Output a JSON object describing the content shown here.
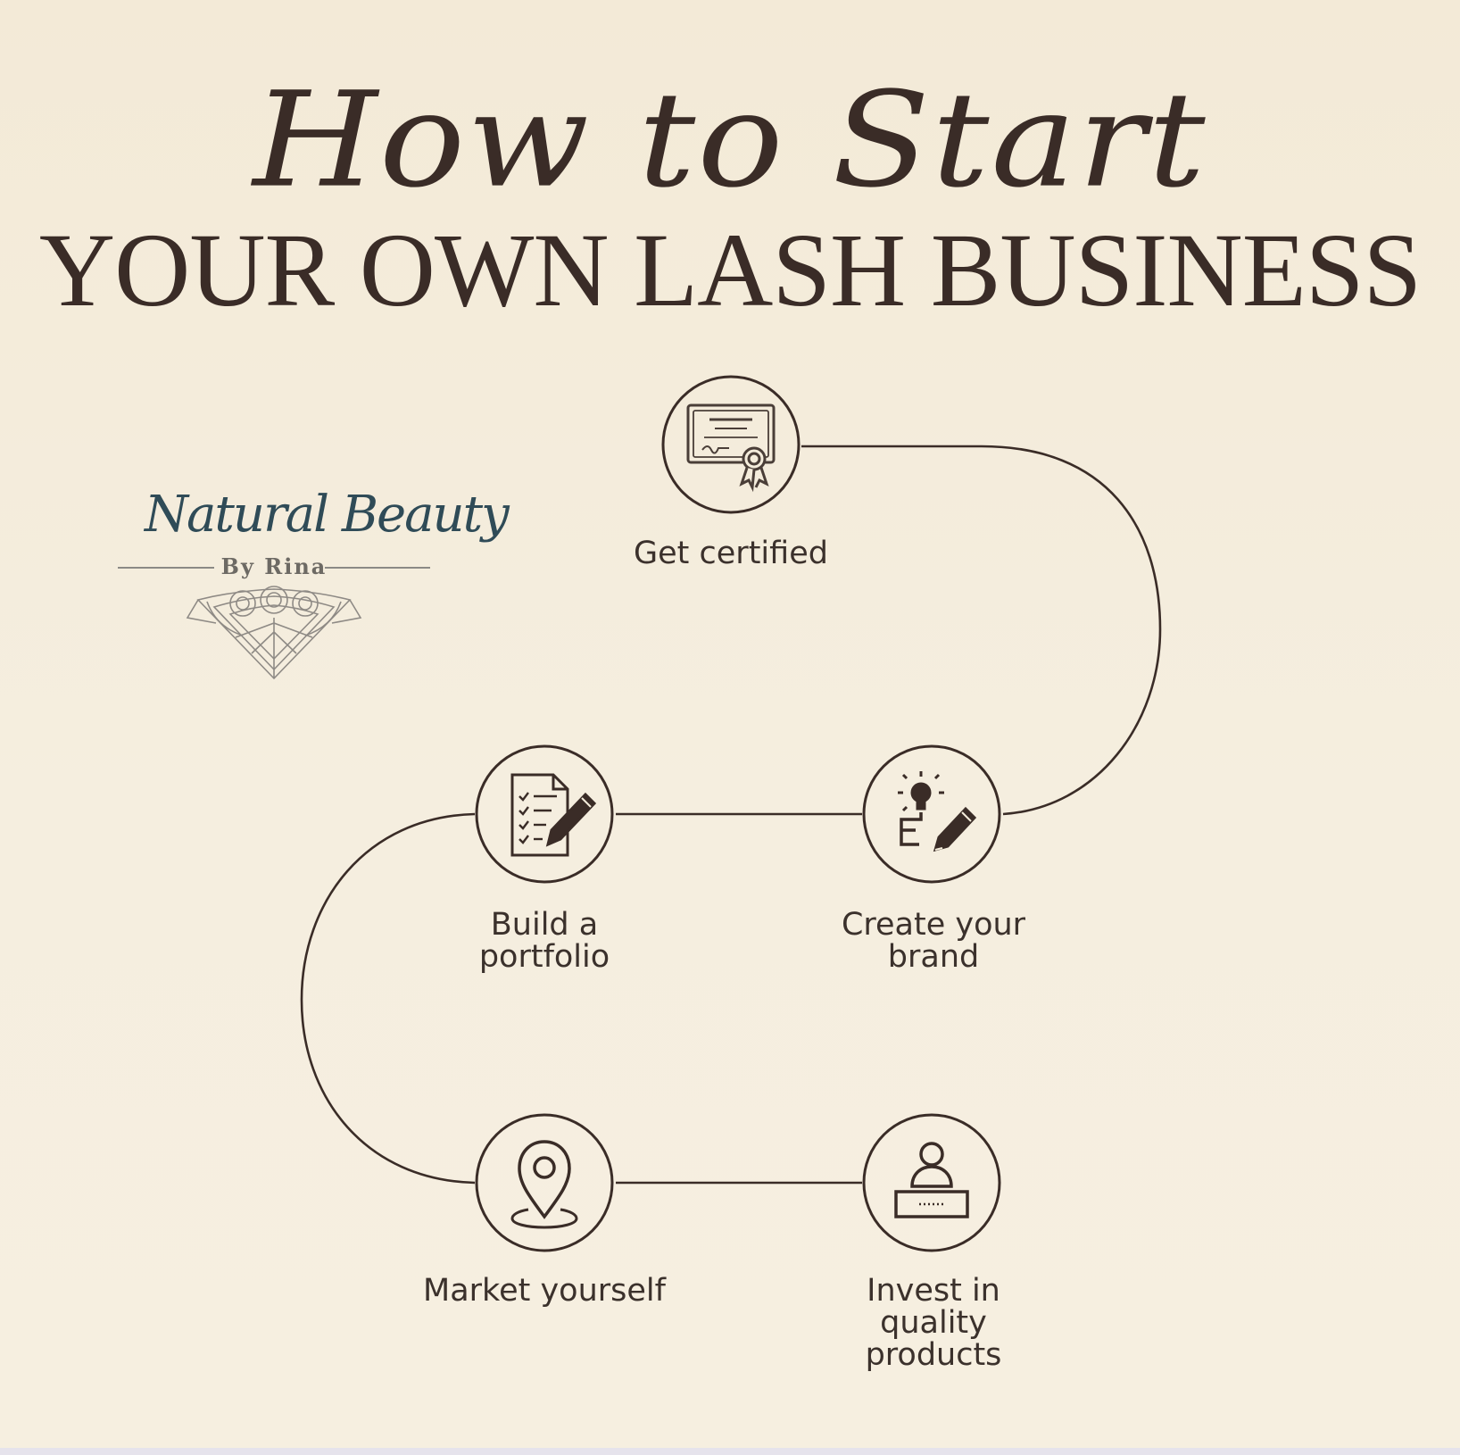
{
  "title": {
    "script": "How to Start",
    "main": "YOUR OWN LASH BUSINESS"
  },
  "logo": {
    "name": "Natural Beauty",
    "by": "By Rina"
  },
  "colors": {
    "background": "#f4ecdb",
    "ink": "#3a2c27",
    "logo_teal": "#2f4b57"
  },
  "steps": [
    {
      "label": "Get certified",
      "icon": "certificate-icon"
    },
    {
      "label": "Create your brand",
      "icon": "idea-brand-icon"
    },
    {
      "label": "Build a portfolio",
      "icon": "portfolio-document-icon"
    },
    {
      "label": "Market yourself",
      "icon": "location-pin-icon"
    },
    {
      "label": "Invest in quality products",
      "icon": "store-counter-icon"
    }
  ]
}
